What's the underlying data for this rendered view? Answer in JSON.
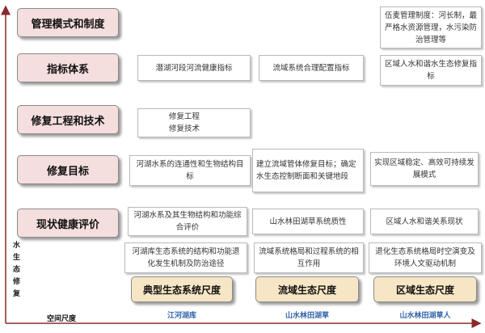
{
  "y_axis_title": "水生态修复",
  "x_axis_title": "空间尺度",
  "levels": [
    "管理模式和制度",
    "指标体系",
    "修复工程和技术",
    "修复目标",
    "现状健康评价"
  ],
  "cells": {
    "mgmt_region": "伍麦管理制度：河长制，最严格水资源管理，水污染防治管理等",
    "index_typical": "潜湖河段河流健康指标",
    "index_basin": "流域系统合理配置指标",
    "index_region": "区域人水和谐水生态修复指标",
    "tech_typical": "修复工程\n修复技术",
    "target_typical": "河湖水系的连通性和生物结构目标",
    "target_basin": "建立流域管体修复目标；确定水生态控制断面和关键地段",
    "target_region": "实现区域稳定、高效可持续发展模式",
    "eval_typical": "河湖水系及其生物结构和功能综合评价",
    "eval_basin": "山水林田湖草系统质性",
    "eval_region": "区域人水和谐关系现状",
    "base_typical": "河湖库生态系统的结构和功能退化发生机制及防治途径",
    "base_basin": "流域系统格局和过程系统的相互作用",
    "base_region": "退化生态系统格局时空演变及环境人文驱动机制"
  },
  "scales": [
    {
      "name": "典型生态系统尺度",
      "xlabel": "江河湖库"
    },
    {
      "name": "流域生态尺度",
      "xlabel": "山水林田湖草"
    },
    {
      "name": "区域生态尺度",
      "xlabel": "山水林田湖草人"
    }
  ]
}
